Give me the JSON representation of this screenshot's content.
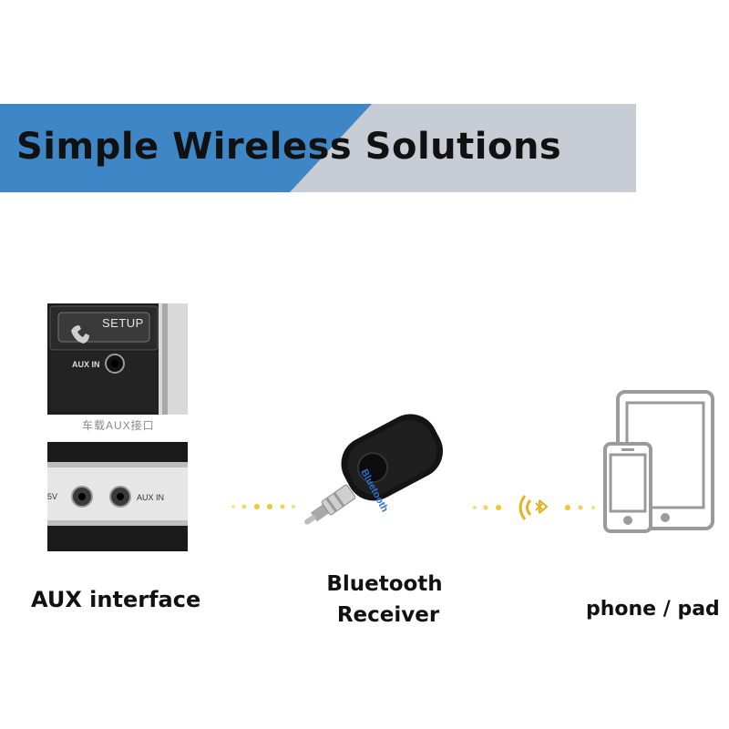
{
  "banner": {
    "title": "Simple Wireless Solutions"
  },
  "car_panel": {
    "button_text": "SETUP",
    "jack_label": "AUX IN",
    "caption": "车载AUX接口"
  },
  "speaker_panel": {
    "jack_label": "AUX IN",
    "voltage_label": "5V"
  },
  "receiver": {
    "brand_text": "Bluetooth"
  },
  "labels": {
    "aux": "AUX interface",
    "receiver_line1": "Bluetooth",
    "receiver_line2": "Receiver",
    "devices": "phone / pad"
  },
  "colors": {
    "banner_blue": "#3f86c7",
    "banner_gray": "#c8ccd4",
    "dots": "#f2c62e",
    "signal": "#e6b21f"
  }
}
